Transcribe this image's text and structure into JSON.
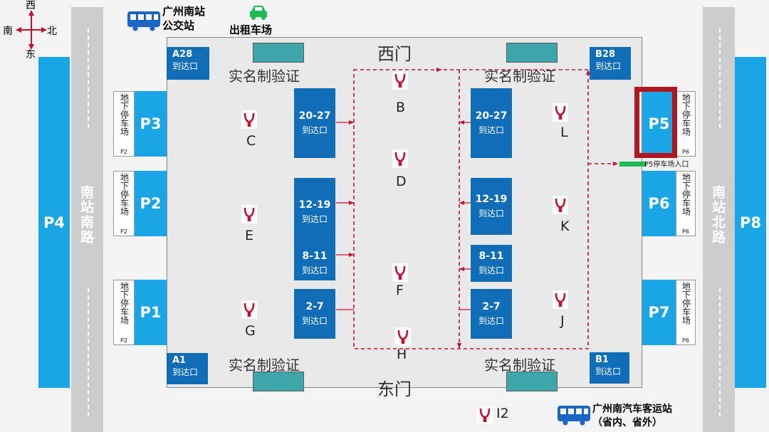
{
  "compass": {
    "north": "西",
    "south": "东",
    "west": "南",
    "east": "北"
  },
  "top_labels": {
    "bus_station": "广州南站\n公交站",
    "taxi": "出租车场"
  },
  "roads": {
    "left": "南站南路",
    "right": "南站北路"
  },
  "parking": {
    "P4": "P4",
    "P8": "P8",
    "P3": "P3",
    "P2": "P2",
    "P1": "P1",
    "P5": "P5",
    "P6": "P6",
    "P7": "P7"
  },
  "underground": {
    "label": "地下停车场",
    "left_sub": "P2",
    "right_sub": "P6"
  },
  "p5_entrance": "P5停车场入口",
  "station": {
    "west_gate": "西门",
    "east_gate": "东门",
    "verify": "实名制验证"
  },
  "corners": {
    "a28": {
      "num": "A28",
      "label": "到达口"
    },
    "b28": {
      "num": "B28",
      "label": "到达口"
    },
    "a1": {
      "num": "A1",
      "label": "到达口"
    },
    "b1": {
      "num": "B1",
      "label": "到达口"
    }
  },
  "gates_left": [
    {
      "num": "20-27",
      "label": "到达口"
    },
    {
      "num": "12-19",
      "label": "到达口"
    },
    {
      "num": "8-11",
      "label": "到达口"
    },
    {
      "num": "2-7",
      "label": "到达口"
    }
  ],
  "gates_right": [
    {
      "num": "20-27",
      "label": "到达口"
    },
    {
      "num": "12-19",
      "label": "到达口"
    },
    {
      "num": "8-11",
      "label": "到达口"
    },
    {
      "num": "2-7",
      "label": "到达口"
    }
  ],
  "metro_exits": [
    "B",
    "C",
    "D",
    "E",
    "F",
    "G",
    "H",
    "J",
    "K",
    "L",
    "I2"
  ],
  "bus_terminal": "广州南汽车客运站\n（省内、省外）",
  "colors": {
    "blue": "#1aa6e6",
    "gate": "#0f6eb7",
    "highlight": "#b0181d",
    "metro": "#c8102e"
  }
}
